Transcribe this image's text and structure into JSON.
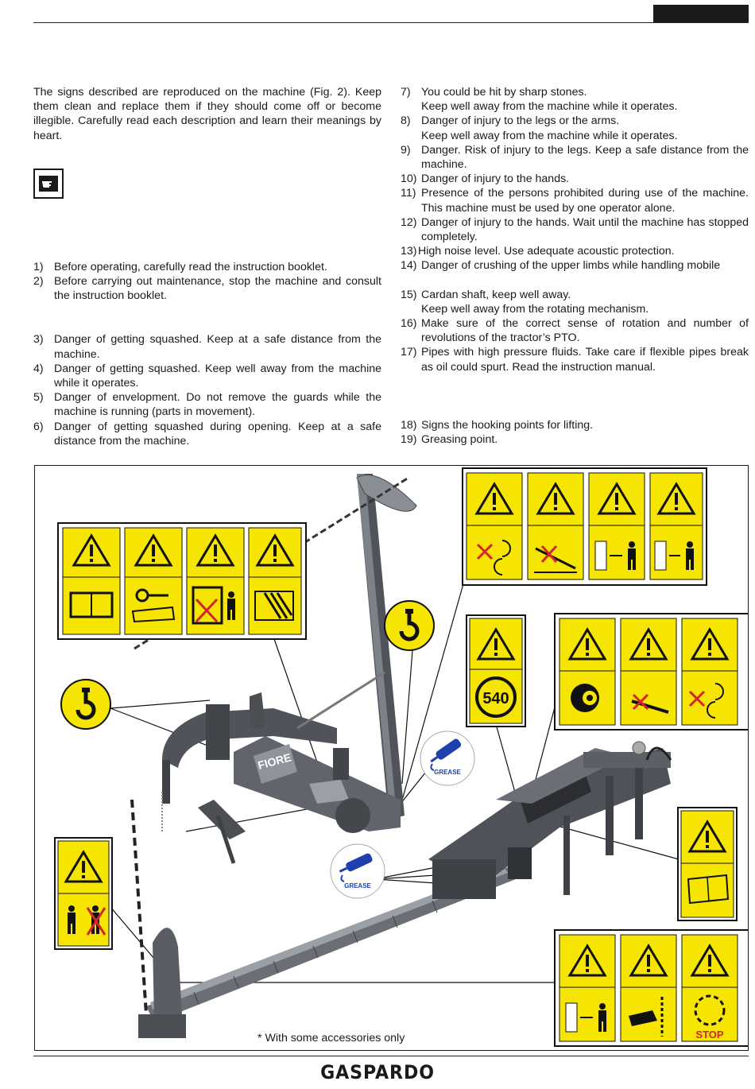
{
  "intro": "The signs described are reproduced on the machine (Fig. 2).  Keep them clean and replace them if they should come off or become illegible.  Carefully read each description and learn their meanings by heart.",
  "items": [
    {
      "num": "1)",
      "text": [
        "Before operating, carefully read the instruction booklet."
      ]
    },
    {
      "num": "2)",
      "text": [
        "Before carrying out maintenance, stop the machine and consult the instruction booklet."
      ]
    },
    {
      "num": "3)",
      "text": [
        "Danger of getting squashed.  Keep at a safe distance from the machine."
      ]
    },
    {
      "num": "4)",
      "text": [
        "Danger of getting squashed. Keep well away from the machine while it operates."
      ]
    },
    {
      "num": "5)",
      "text": [
        "Danger of envelopment. Do not remove the guards while the machine is running (parts in movement)."
      ]
    },
    {
      "num": "6)",
      "text": [
        "Danger of getting squashed during opening.  Keep at a safe distance from the machine."
      ]
    },
    {
      "num": "7)",
      "text": [
        "You could be hit by sharp stones.",
        "Keep well away from the machine while it operates."
      ]
    },
    {
      "num": "8)",
      "text": [
        "Danger of injury to the legs or the arms.",
        "Keep well away from the machine while it operates."
      ]
    },
    {
      "num": "9)",
      "text": [
        "Danger. Risk of injury to the legs. Keep a safe distance from the machine."
      ]
    },
    {
      "num": "10)",
      "text": [
        "Danger of injury to the hands."
      ]
    },
    {
      "num": "11)",
      "text": [
        "Presence of the persons prohibited during use of the machine. This machine must be used by one operator alone."
      ]
    },
    {
      "num": "12)",
      "text": [
        "Danger of injury to the hands. Wait until the machine has stopped completely."
      ]
    },
    {
      "num": "13)",
      "text": [
        "High noise level. Use adequate acoustic protection."
      ]
    },
    {
      "num": "14)",
      "text": [
        "Danger of crushing of the upper limbs while handling mobile"
      ]
    },
    {
      "num": "15)",
      "text": [
        "Cardan shaft, keep well away.",
        "Keep well away from the rotating mechanism."
      ]
    },
    {
      "num": "16)",
      "text": [
        "Make sure of the correct sense of rotation and number of revolutions of the tractor’s PTO."
      ]
    },
    {
      "num": "17)",
      "text": [
        "Pipes with high pressure fluids. Take care if flexible pipes break as oil could spurt. Read the instruction manual."
      ]
    },
    {
      "num": "18)",
      "text": [
        "Signs the hooking points for lifting."
      ]
    },
    {
      "num": "19)",
      "text": [
        "Greasing point."
      ]
    }
  ],
  "figure": {
    "caption": "* With some accessories only",
    "pto_label": "540",
    "grease_label": "GREASE",
    "stop_label": "STOP",
    "machine_label": "FIORE"
  },
  "brand": "GASPARDO",
  "colors": {
    "sign_yellow": "#f6e500",
    "machine_gray": "#5c6066",
    "grease_blue": "#1f3fae",
    "cross_red": "#d4242b"
  }
}
